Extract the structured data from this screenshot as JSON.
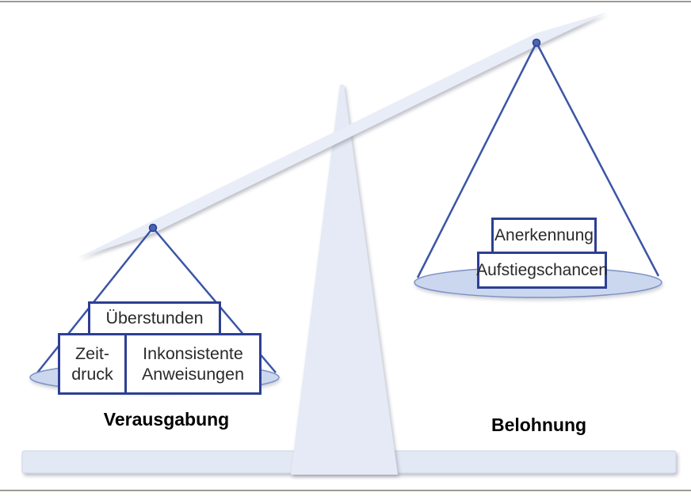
{
  "scale": {
    "left": {
      "caption": "Verausgabung",
      "boxes": [
        {
          "id": "ueberstunden",
          "lines": [
            "Überstunden"
          ]
        },
        {
          "id": "zeitdruck",
          "lines": [
            "Zeit-",
            "druck"
          ]
        },
        {
          "id": "inkonsistente-anweisungen",
          "lines": [
            "Inkonsistente",
            "Anweisungen"
          ]
        }
      ]
    },
    "right": {
      "caption": "Belohnung",
      "boxes": [
        {
          "id": "anerkennung",
          "lines": [
            "Anerkennung"
          ]
        },
        {
          "id": "aufstiegschancen",
          "lines": [
            "Aufstiegschancen"
          ]
        }
      ]
    }
  },
  "colors": {
    "fill_light": "#e8edf8",
    "fill_pillar": "#e5eaf6",
    "fill_base": "#e2e8f4",
    "pan_fill": "#cbd7ef",
    "pan_stroke": "#7e91c6",
    "line_blue": "#3c55a6",
    "box_border": "#2c3f94",
    "pivot_fill": "#4c63ae",
    "text_dark": "#2a2a2a",
    "caption_color": "#000000",
    "rule_gray": "#9e9c95"
  }
}
